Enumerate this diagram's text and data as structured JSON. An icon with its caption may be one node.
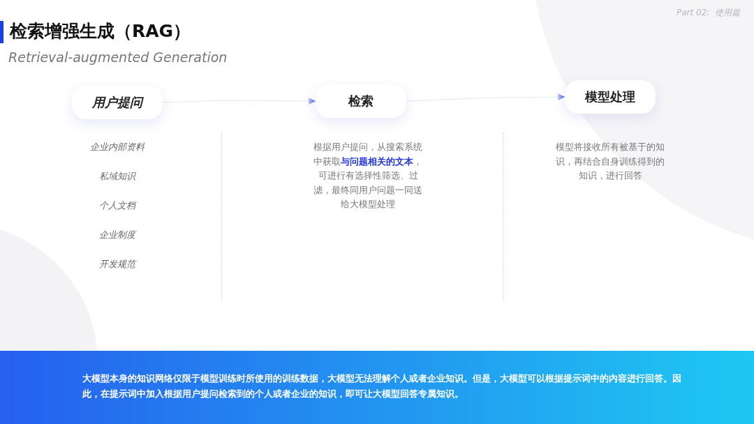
{
  "diagram": {
    "title": "检索增强生成（RAG）",
    "nodes": [
      {
        "text": [
          "用户提问"
        ],
        "beside": [
          "企业内部资料",
          "私域知识",
          "个人文档",
          "企业制度",
          "开发规范"
        ]
      },
      {
        "text": [
          "检索"
        ],
        "beside": [
          "根据用户提问，从搜索系统中获取**与问题相关的文本**，可进行有选择性筛选、过滤，最终同用户问题一同送给大模型处理"
        ]
      },
      {
        "text": [
          "模型处理"
        ],
        "beside": [
          "模型将接收所有被基于的知识，再结合自身训练得到的知识，进行回答"
        ]
      }
    ],
    "edges": [
      {
        "from": 0,
        "to": 1,
        "arrow": "to"
      },
      {
        "from": 1,
        "to": 2,
        "arrow": "to"
      }
    ],
    "labels": [
      "Part 02:  使用篇",
      "Retrieval-augmented Generation",
      "大模型本身的知识网络仅限于模型训练时所使用的训练数据，大模型无法理解个人或者企业知识。但是，大模型可以根据提示词中的内容进行回答。因此，在提示词中加入根据用户提问检索到的个人或者企业的知识，即可让大模型回答专属知识。"
    ]
  }
}
